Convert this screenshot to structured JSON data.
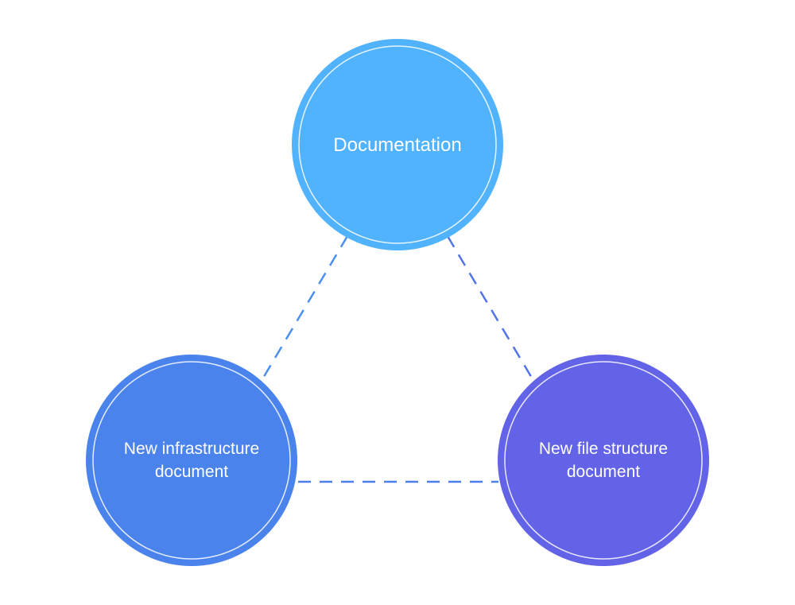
{
  "diagram": {
    "nodes": [
      {
        "id": "documentation",
        "label": "Documentation",
        "color": "#51b2fe"
      },
      {
        "id": "infrastructure",
        "label": "New infrastructure document",
        "color": "#4b83ed"
      },
      {
        "id": "file-structure",
        "label": "New file structure document",
        "color": "#6363e8"
      }
    ],
    "edges": [
      {
        "from": "documentation",
        "to": "infrastructure",
        "color": "#4b8ff0",
        "style": "dashed"
      },
      {
        "from": "documentation",
        "to": "file-structure",
        "color": "#5274e8",
        "style": "dashed"
      },
      {
        "from": "infrastructure",
        "to": "file-structure",
        "color": "#4b7fec",
        "style": "dashed"
      }
    ]
  }
}
